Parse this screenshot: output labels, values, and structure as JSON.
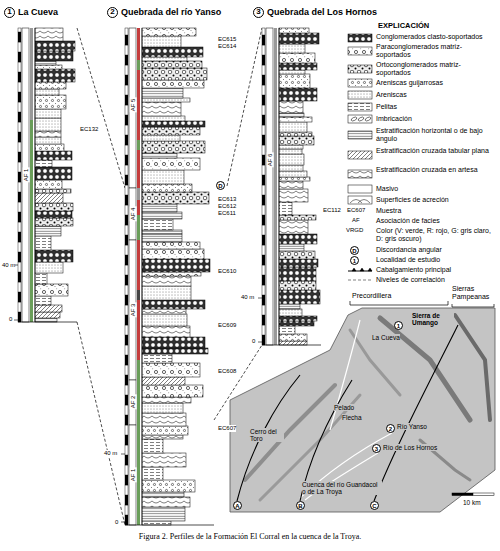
{
  "diagram": {
    "caption": "Figura 2. Perfiles de la Formación El Corral en la cuenca de la Troya.",
    "nodes": [
      {
        "text": [
          "1",
          "La Cueva"
        ]
      },
      {
        "text": [
          "2",
          "Quebrada del río Yanso"
        ]
      },
      {
        "text": [
          "3",
          "Quebrada del Los Hornos"
        ]
      },
      {
        "text": [
          "D"
        ]
      },
      {
        "text": [
          "D"
        ]
      },
      {
        "text": [
          "1"
        ]
      },
      {
        "text": [
          "1"
        ]
      },
      {
        "text": [
          "2"
        ]
      },
      {
        "text": [
          "3"
        ]
      },
      {
        "text": [
          "A"
        ]
      },
      {
        "text": [
          "B"
        ]
      },
      {
        "text": [
          "C"
        ]
      }
    ],
    "labels": [
      "AF 1",
      "EC132",
      "40 m",
      "0",
      "EC615",
      "EC614",
      "AF 5",
      "EC613",
      "EC612",
      "EC611",
      "AF 4",
      "EC610",
      "AF 3",
      "EC609",
      "EC608",
      "AF 2",
      "EC607",
      "AF 1",
      "40 m",
      "0",
      "AF 6",
      "EC112",
      "40 m",
      "0",
      "EXPLICACIÓN",
      "EC607",
      "AF",
      "VRGD",
      "Precordillera",
      "Sierras Pampeanas",
      "Sierra de Umango",
      "La Cueva",
      "Pelado",
      "Flecha",
      "Cerro del Toro",
      "Río Yanso",
      "Río de Los Hornos",
      "Cuenca del río Guandacol o de La Troya",
      "10 km"
    ],
    "legend": [
      {
        "text": "Conglomerados clasto-soportados"
      },
      {
        "text": "Paraconglomerados matriz-soportados"
      },
      {
        "text": "Ortoconglomerados matriz-soportados"
      },
      {
        "text": "Areniscas guijarrosas"
      },
      {
        "text": "Areniscas"
      },
      {
        "text": "Pelitas"
      },
      {
        "text": "Imbricación"
      },
      {
        "text": "Estratificación horizontal o de bajo ángulo"
      },
      {
        "text": "Estratificación cruzada tabular plana"
      },
      {
        "text": "Estratificación cruzada en artesa"
      },
      {
        "text": "Masivo"
      },
      {
        "text": "Superficies de acreción"
      },
      {
        "text": "Muestra"
      },
      {
        "text": "Asociación de facies"
      },
      {
        "text": "Color (V: verde, R: rojo, G: gris claro, D: gris oscuro)"
      },
      {
        "text": "Discordancia angular"
      },
      {
        "text": "Localidad de estudio"
      },
      {
        "text": "Cabalgamiento principal"
      },
      {
        "text": "Niveles de correlación"
      }
    ]
  }
}
